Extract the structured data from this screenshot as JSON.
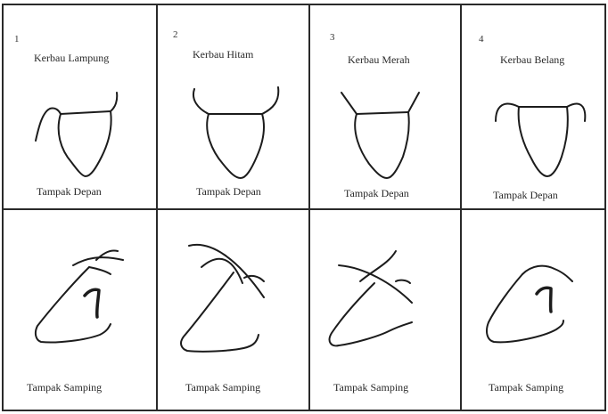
{
  "panels": [
    {
      "number": "1",
      "name": "Kerbau Lampung",
      "front_caption": "Tampak Depan",
      "side_caption": "Tampak Samping"
    },
    {
      "number": "2",
      "name": "Kerbau Hitam",
      "front_caption": "Tampak Depan",
      "side_caption": "Tampak Samping"
    },
    {
      "number": "3",
      "name": "Kerbau Merah",
      "front_caption": "Tampak Depan",
      "side_caption": "Tampak Samping"
    },
    {
      "number": "4",
      "name": "Kerbau Belang",
      "front_caption": "Tampak Depan",
      "side_caption": "Tampak Samping"
    }
  ]
}
